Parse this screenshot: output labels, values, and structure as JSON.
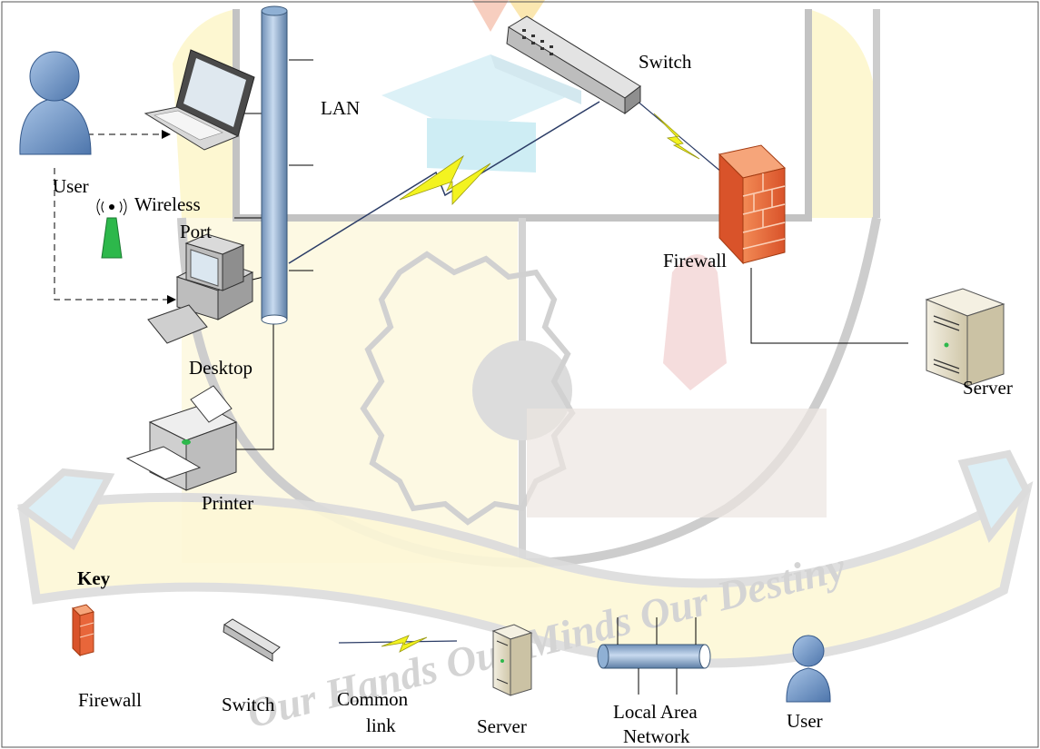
{
  "diagram": {
    "labels": {
      "lan": "LAN",
      "switch": "Switch",
      "user": "User",
      "wireless_line1": "Wireless",
      "wireless_line2": "Port",
      "firewall": "Firewall",
      "server": "Server",
      "desktop": "Desktop",
      "printer": "Printer"
    }
  },
  "watermark": {
    "motto": "Our Hands Our Minds Our Destiny"
  },
  "key": {
    "title": "Key",
    "items": {
      "firewall": "Firewall",
      "switch": "Switch",
      "link_line1": "Common",
      "link_line2": "link",
      "server": "Server",
      "lan_line1": "Local Area",
      "lan_line2": "Network",
      "user": "User"
    }
  },
  "colors": {
    "pipe": "#9cb8d6",
    "pipe_stroke": "#3a5777",
    "firewall": "#e8663a",
    "link_yellow": "#f2f21f",
    "user_blue": "#6c93c7",
    "wireless_green": "#2db84b",
    "server_beige": "#e6dfc8"
  }
}
